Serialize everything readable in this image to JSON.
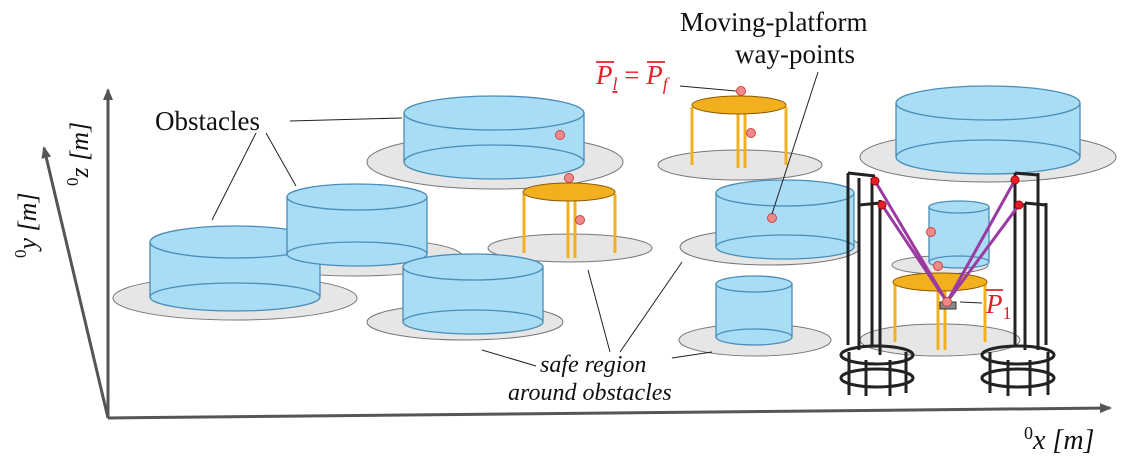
{
  "axes": {
    "x_label": "x [m]",
    "x_sup": "0",
    "y_label": "y [m]",
    "y_sup": "0",
    "z_label": "z [m]",
    "z_sup": "0"
  },
  "labels": {
    "obstacles": "Obstacles",
    "waypoints_line1": "Moving-platform",
    "waypoints_line2": "way-points",
    "safe_line1": "safe region",
    "safe_line2": "around obstacles",
    "p_eq_base": "P",
    "p_eq_sub_l": "l",
    "p_eq_equals": " = ",
    "p_eq_sub_f": "f",
    "p1_base": "P",
    "p1_sub": "1"
  },
  "colors": {
    "obstacle_fill": "#a9dcf5",
    "obstacle_stroke": "#4a8db8",
    "safe_fill": "#e6e6e6",
    "platform": "#f2b01e",
    "waypoint": "#f08a8a",
    "robot_cable": "#9b3aa0",
    "label_red": "#e3202a"
  }
}
